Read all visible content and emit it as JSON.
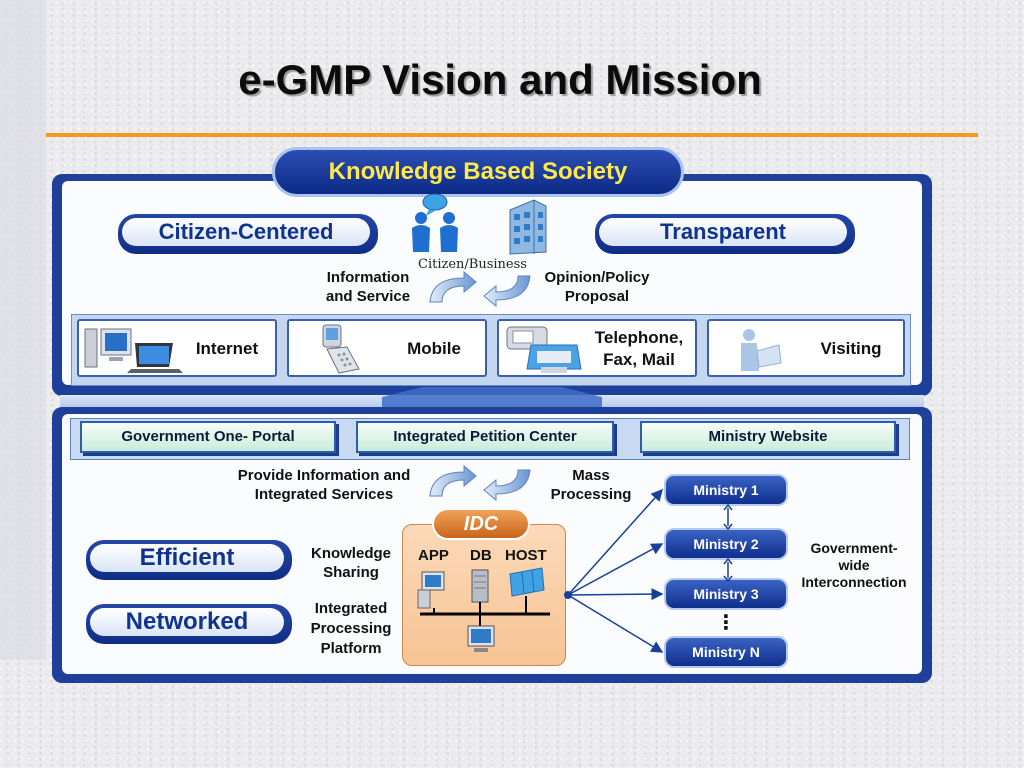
{
  "title": "e-GMP Vision and Mission",
  "top": {
    "banner": "Knowledge Based Society",
    "citizen_centered": "Citizen-Centered",
    "transparent": "Transparent",
    "citizen_business": "Citizen/Business",
    "info_service_1": "Information",
    "info_service_2": "and Service",
    "opinion_1": "Opinion/Policy",
    "opinion_2": "Proposal",
    "channels": {
      "internet": "Internet",
      "mobile": "Mobile",
      "phone_1": "Telephone,",
      "phone_2": "Fax, Mail",
      "visiting": "Visiting"
    }
  },
  "bottom": {
    "portals": [
      "Government One- Portal",
      "Integrated Petition Center",
      "Ministry Website"
    ],
    "provide_1": "Provide Information and",
    "provide_2": "Integrated Services",
    "mass_1": "Mass",
    "mass_2": "Processing",
    "efficient": "Efficient",
    "networked": "Networked",
    "knowledge_1": "Knowledge",
    "knowledge_2": "Sharing",
    "integrated_1": "Integrated",
    "integrated_2": "Processing",
    "integrated_3": "Platform",
    "idc": "IDC",
    "idc_cols": [
      "APP",
      "DB",
      "HOST"
    ],
    "ministries": [
      "Ministry 1",
      "Ministry 2",
      "Ministry 3",
      "Ministry N"
    ],
    "ellipsis": "⋮",
    "gov_1": "Government-",
    "gov_2": "wide",
    "gov_3": "Interconnection"
  },
  "colors": {
    "accent_orange": "#f39a1e",
    "panel_blue": "#1e3f9a",
    "banner_yellow": "#ffe84a"
  }
}
